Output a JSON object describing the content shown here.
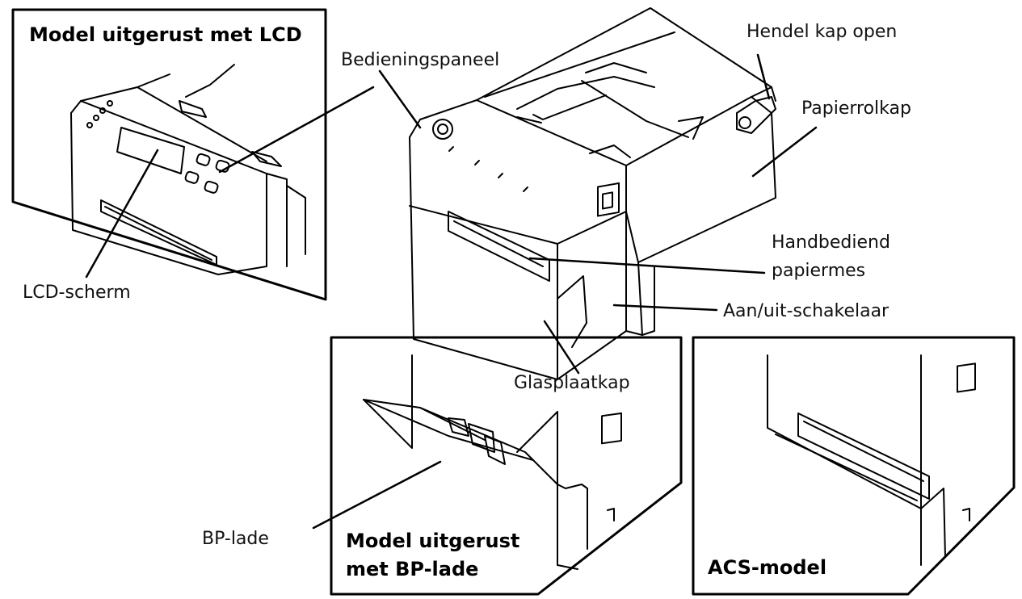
{
  "titles": {
    "lcd_model": "Model uitgerust met LCD",
    "bp_model_line1": "Model uitgerust",
    "bp_model_line2": "met BP-lade",
    "acs_model": "ACS-model"
  },
  "labels": {
    "operation_panel": "Bedieningspaneel",
    "cover_open_lever": "Hendel kap open",
    "paper_roll_cover": "Papierrolkap",
    "manual_cutter_line1": "Handbediend",
    "manual_cutter_line2": "papiermes",
    "power_switch": "Aan/uit-schakelaar",
    "platen_cover": "Glasplaatkap",
    "lcd_screen": "LCD-scherm",
    "bp_tray": "BP-lade"
  }
}
